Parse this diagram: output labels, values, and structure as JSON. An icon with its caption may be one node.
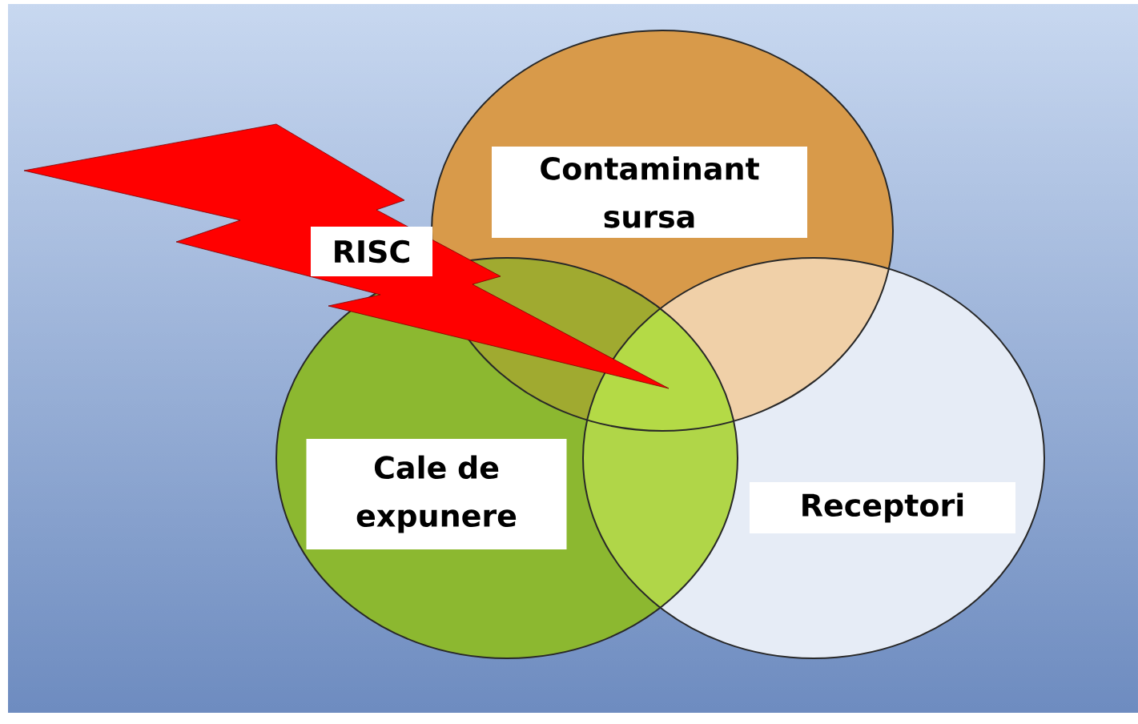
{
  "diagram": {
    "nodes": [
      {
        "text": [
          "Contaminant sursa"
        ]
      },
      {
        "text": [
          "RISC"
        ]
      },
      {
        "text": [
          "Cale de expunere"
        ]
      },
      {
        "text": [
          "Receptori"
        ]
      }
    ]
  }
}
